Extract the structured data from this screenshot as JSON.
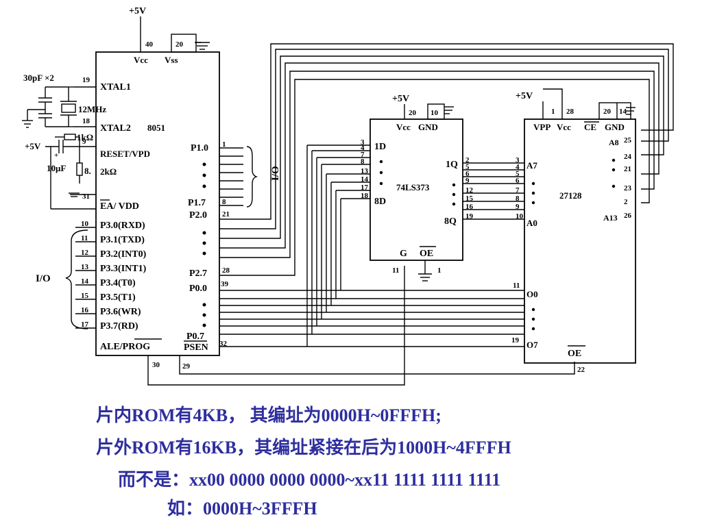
{
  "mcu": {
    "name": "8051",
    "supply": "+5V",
    "pin_vcc": "40",
    "pin_vss": "20",
    "vcc": "Vcc",
    "vss": "Vss",
    "xtal1": "XTAL1",
    "xtal2": "XTAL2",
    "pin_xtal1": "19",
    "pin_xtal2": "18",
    "reset": "RESET/VPD",
    "pin_reset": "9",
    "ea": "EA/ VDD",
    "pin_ea": "31",
    "p10": "P1.0",
    "p17": "P1.7",
    "p20": "P2.0",
    "p27": "P2.7",
    "p00": "P0.0",
    "p07": "P0.7",
    "pin_p10": "1",
    "pin_p17": "8",
    "pin_p20": "21",
    "pin_p27": "28",
    "pin_p00": "39",
    "pin_p07": "32",
    "ale": "ALE/PROG",
    "psen": "PSEN",
    "pin_ale": "30",
    "pin_psen": "29",
    "io_label": "I/O",
    "p3_pins": [
      {
        "num": "10",
        "label": "P3.0(RXD)"
      },
      {
        "num": "11",
        "label": "P3.1(TXD)"
      },
      {
        "num": "12",
        "label": "P3.2(INT0)"
      },
      {
        "num": "13",
        "label": "P3.3(INT1)"
      },
      {
        "num": "14",
        "label": "P3.4(T0)"
      },
      {
        "num": "15",
        "label": "P3.5(T1)"
      },
      {
        "num": "16",
        "label": "P3.6(WR)"
      },
      {
        "num": "17",
        "label": "P3.7(RD)"
      }
    ]
  },
  "clock": {
    "cap": "30pF ×2",
    "crystal": "12MHz"
  },
  "reset_circuit": {
    "supply": "+5V",
    "resistor1": "1kΩ",
    "cap": "10μF",
    "resistor2_num": "8.",
    "resistor2": "2kΩ"
  },
  "latch": {
    "name": "74LS373",
    "supply": "+5V",
    "pin_vcc": "20",
    "pin_gnd": "10",
    "vcc": "Vcc",
    "gnd": "GND",
    "d1": "1D",
    "d8": "8D",
    "q1": "1Q",
    "q8": "8Q",
    "g": "G",
    "oe": "OE",
    "pin_g": "11",
    "pin_oe": "1",
    "d_pins": [
      "3",
      "4",
      "7",
      "8",
      "13",
      "14",
      "17",
      "18"
    ],
    "q_pins": [
      "2",
      "5",
      "6",
      "9",
      "12",
      "15",
      "16",
      "19"
    ]
  },
  "eprom": {
    "name": "27128",
    "supply": "+5V",
    "pin_vpp": "1",
    "pin_vcc": "28",
    "pin_gnd": "20",
    "pin_ce": "14",
    "vpp": "VPP",
    "vcc": "Vcc",
    "ce": "CE",
    "gnd": "GND",
    "a7": "A7",
    "a0": "A0",
    "a8": "A8",
    "a13": "A13",
    "o0": "O0",
    "o7": "O7",
    "oe": "OE",
    "a_low_pins": [
      "3",
      "4",
      "5",
      "6",
      "7",
      "8",
      "9",
      "10"
    ],
    "a_high_pins": [
      "25",
      "24",
      "21",
      "23",
      "2",
      "26"
    ],
    "pin_o0": "11",
    "pin_o7": "19",
    "pin_oe": "22"
  },
  "captions": {
    "line1": "片内ROM有4KB， 其编址为0000H~0FFFH;",
    "line2": "片外ROM有16KB，其编址紧接在后为1000H~4FFFH",
    "line3": "而不是：xx00 0000 0000 0000~xx11 1111 1111 1111",
    "line4": "如：0000H~3FFFH"
  }
}
